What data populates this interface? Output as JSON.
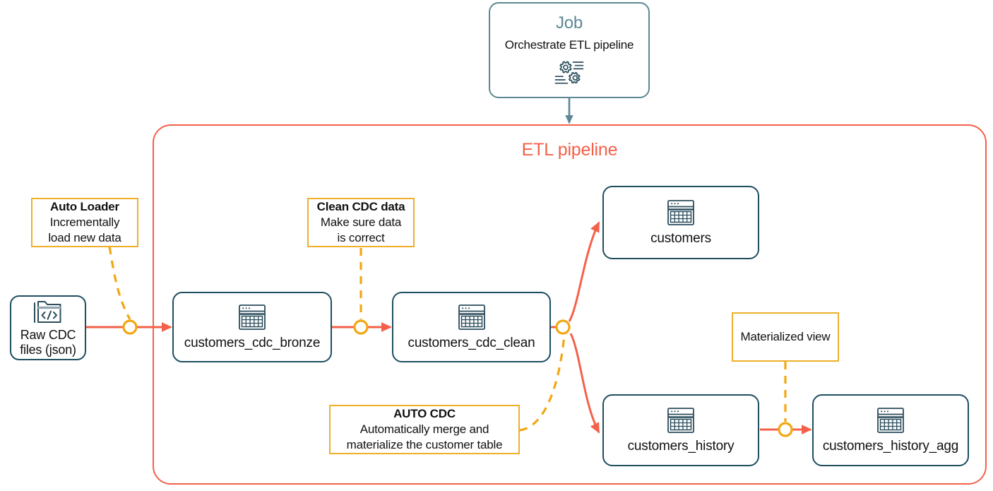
{
  "diagram": {
    "type": "etl-pipeline-architecture",
    "colors": {
      "node_border": "#1F4E5F",
      "pipeline_border": "#F4614A",
      "pipeline_title": "#F4614A",
      "annotation_border": "#EFAF2B",
      "annotation_line": "#F2A712",
      "job_border": "#5E8795",
      "job_title": "#5E8795",
      "flow_arrow": "#F4614A",
      "junction_ring": "#F2A712",
      "background": "#FFFFFF"
    }
  },
  "job": {
    "title": "Job",
    "subtitle": "Orchestrate ETL pipeline",
    "icon": "gears-workflow-icon"
  },
  "pipeline": {
    "title": "ETL pipeline"
  },
  "source": {
    "label_line1": "Raw CDC",
    "label_line2": "files (json)",
    "icon": "folder-code-icon"
  },
  "nodes": [
    {
      "id": "customers_cdc_bronze",
      "label": "customers_cdc_bronze",
      "icon": "table-icon"
    },
    {
      "id": "customers_cdc_clean",
      "label": "customers_cdc_clean",
      "icon": "table-icon"
    },
    {
      "id": "customers",
      "label": "customers",
      "icon": "table-icon"
    },
    {
      "id": "customers_history",
      "label": "customers_history",
      "icon": "table-icon"
    },
    {
      "id": "customers_history_agg",
      "label": "customers_history_agg",
      "icon": "table-icon"
    }
  ],
  "annotations": [
    {
      "id": "auto-loader",
      "lines": [
        {
          "text": "Auto Loader",
          "bold": true
        },
        {
          "text": "Incrementally",
          "bold": false
        },
        {
          "text": "load new data",
          "bold": false
        }
      ]
    },
    {
      "id": "clean-cdc-data",
      "lines": [
        {
          "text": "Clean CDC data",
          "bold": true
        },
        {
          "text": "Make sure data",
          "bold": false
        },
        {
          "text": "is correct",
          "bold": false
        }
      ]
    },
    {
      "id": "auto-cdc",
      "lines": [
        {
          "text": "AUTO CDC",
          "bold": true
        },
        {
          "text": "Automatically merge and",
          "bold": false
        },
        {
          "text": "materialize the customer table",
          "bold": false
        }
      ]
    },
    {
      "id": "materialized-view",
      "lines": [
        {
          "text": "Materialized view",
          "bold": false
        }
      ]
    }
  ]
}
